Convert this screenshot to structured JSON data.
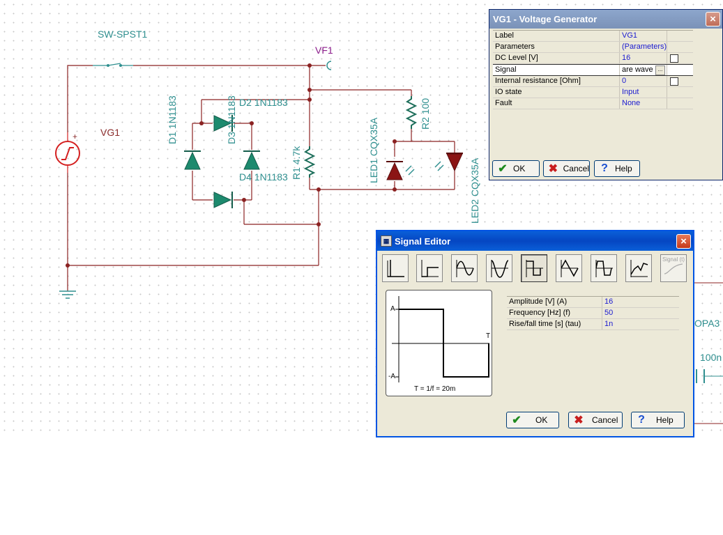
{
  "schematic": {
    "switch_label": "SW-SPST1",
    "vf_label": "VF1",
    "vg_label": "VG1",
    "vg_plus": "+",
    "d1_label": "D1 1N1183",
    "d2_label": "D2 1N1183",
    "d3_label": "D3 1N1183",
    "d4_label": "D4 1N1183",
    "r1_label": "R1 4.7k",
    "r2_label": "R2 100",
    "led1_label": "LED1 CQX35A",
    "led2_label": "LED2 CQX35A",
    "opa_label": "OPA3",
    "cap_label": "100n"
  },
  "voltage_generator": {
    "title": "VG1 - Voltage Generator",
    "close": "×",
    "rows": [
      {
        "label": "Label",
        "value": "VG1",
        "check": false
      },
      {
        "label": "Parameters",
        "value": "(Parameters)",
        "check": false
      },
      {
        "label": "DC Level [V]",
        "value": "16",
        "check": true
      },
      {
        "label": "Signal",
        "value": "are wave",
        "check": false
      },
      {
        "label": "Internal resistance [Ohm]",
        "value": "0",
        "check": true
      },
      {
        "label": "IO state",
        "value": "Input",
        "check": false
      },
      {
        "label": "Fault",
        "value": "None",
        "check": false
      }
    ],
    "dots": "...",
    "ok": "OK",
    "cancel": "Cancel",
    "help": "Help"
  },
  "signal_editor": {
    "title": "Signal Editor",
    "close": "×",
    "wave_buttons": [
      "unit-step-icon",
      "pulse-icon",
      "sine-icon",
      "cosine-icon",
      "square-icon",
      "triangle-icon",
      "trapezoid-icon",
      "general-wave-icon",
      "signal-t-icon"
    ],
    "disabled_button_label": "Signal (t)",
    "preview": {
      "amp_pos": "A",
      "amp_neg": "-A",
      "period_mark": "T",
      "formula": "T = 1/f = 20m"
    },
    "params": [
      {
        "label": "Amplitude [V] (A)",
        "value": "16"
      },
      {
        "label": "Frequency [Hz] (f)",
        "value": "50"
      },
      {
        "label": "Rise/fall time [s] (tau)",
        "value": "1n"
      }
    ],
    "ok": "OK",
    "cancel": "Cancel",
    "help": "Help"
  },
  "colors": {
    "wire": "#8b2222",
    "component": "#2f8f8f",
    "diode": "#1d8a6e",
    "led": "#8b1515",
    "source": "#d42020"
  }
}
